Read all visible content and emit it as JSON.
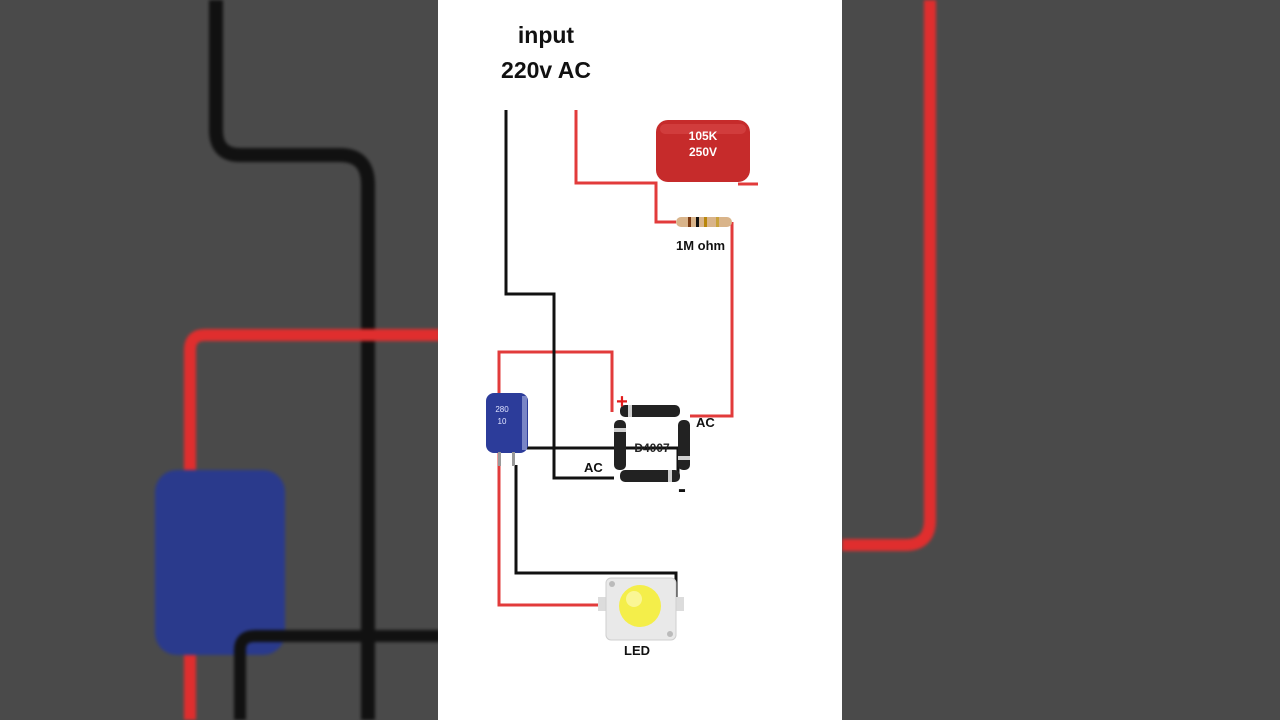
{
  "input_label": "input",
  "voltage_label": "220v AC",
  "capacitor_label_1": "105K",
  "capacitor_label_2": "250V",
  "resistor_label": "1M ohm",
  "bridge_label": "D4007",
  "ac_label_right": "AC",
  "ac_label_left": "AC",
  "plus_label": "+",
  "minus_label": "-",
  "led_label": "LED",
  "colors": {
    "wire_red": "#e23b3b",
    "wire_black": "#111111",
    "capacitor_red": "#c62b2b",
    "electrolytic_blue": "#2c3c9a",
    "led_yellow": "#f4ee4a",
    "background_dark": "#4a4a4a"
  }
}
